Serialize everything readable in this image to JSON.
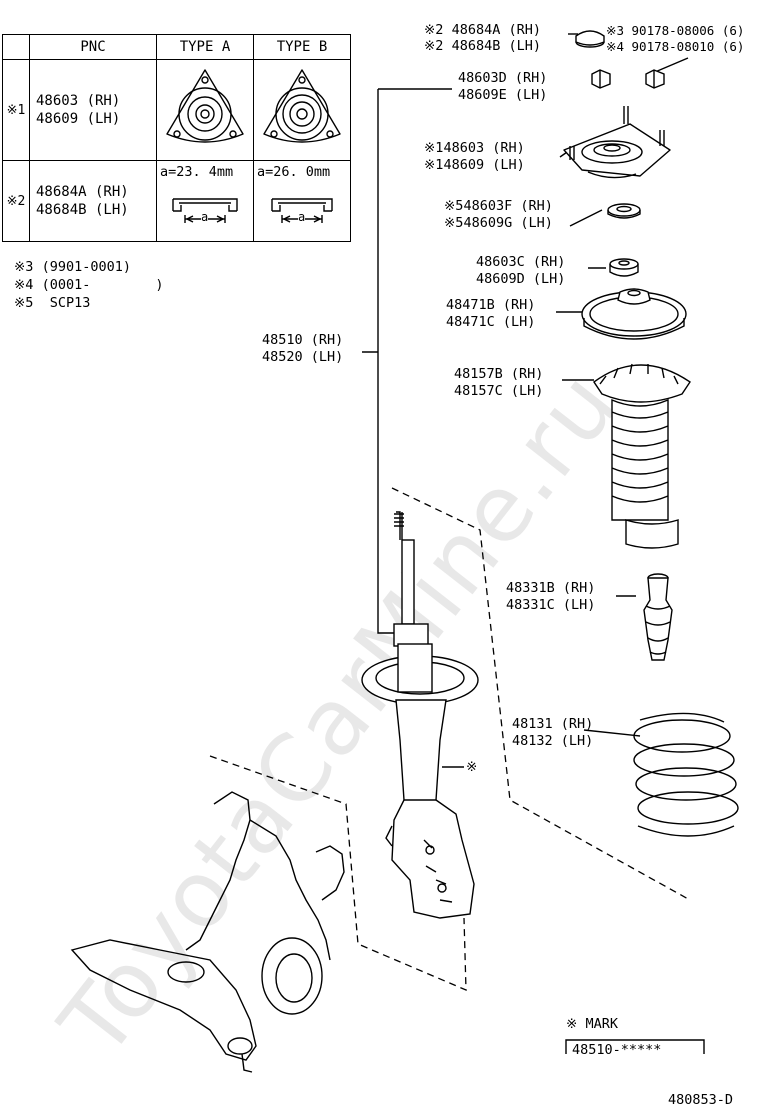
{
  "table": {
    "headers": [
      "PNC",
      "TYPE A",
      "TYPE B"
    ],
    "rows": [
      {
        "mark": "※1",
        "pnc": [
          "48603 (RH)",
          "48609 (LH)"
        ],
        "type_a": "",
        "type_b": ""
      },
      {
        "mark": "※2",
        "pnc": [
          "48684A (RH)",
          "48684B (LH)"
        ],
        "type_a": "a=23. 4mm",
        "type_b": "a=26. 0mm"
      }
    ],
    "dim_letter": "a"
  },
  "notes": [
    "※3 (9901-0001)",
    "※4 (0001-        )",
    "※5  SCP13"
  ],
  "callouts": {
    "cap": [
      "※2 48684A (RH)",
      "※2 48684B (LH)"
    ],
    "bolts": [
      "※3 90178-08006 (6)",
      "※4 90178-08010 (6)"
    ],
    "nut": [
      "48603D (RH)",
      "48609E (LH)"
    ],
    "mount": [
      "※148603 (RH)",
      "※148609 (LH)"
    ],
    "washer": [
      "※548603F (RH)",
      "※548609G (LH)"
    ],
    "insulator_small": [
      "48603C (RH)",
      "48609D (LH)"
    ],
    "upper_seat": [
      "48471B (RH)",
      "48471C (LH)"
    ],
    "boot": [
      "48157B (RH)",
      "48157C (LH)"
    ],
    "strut": [
      "48510 (RH)",
      "48520 (LH)"
    ],
    "bumper": [
      "48331B (RH)",
      "48331C (LH)"
    ],
    "spring": [
      "48131 (RH)",
      "48132 (LH)"
    ],
    "strut_mark": "※"
  },
  "mark_box": {
    "title": "※ MARK",
    "value": "48510-*****"
  },
  "diagram_code": "480853-D",
  "watermark": "ToyotaCarMine.ru"
}
